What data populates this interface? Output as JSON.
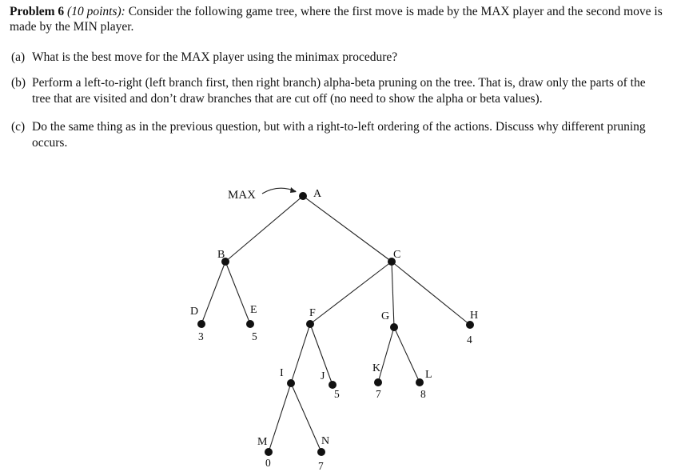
{
  "problem": {
    "heading": "Problem 6",
    "points": "(10 points):",
    "intro": "Consider the following game tree, where the first move is made by the MAX player and the second move is made by the MIN player."
  },
  "questions": [
    {
      "label": "(a)",
      "text": "What is the best move for the MAX player using the minimax procedure?"
    },
    {
      "label": "(b)",
      "text": "Perform a left-to-right (left branch first, then right branch) alpha-beta pruning on the tree. That is, draw only the parts of the tree that are visited and don’t draw branches that are cut off (no need to show the alpha or beta values)."
    },
    {
      "label": "(c)",
      "text": "Do the same thing as in the previous question, but with a right-to-left ordering of the actions. Discuss why different pruning occurs."
    }
  ],
  "tree": {
    "max_label": "MAX",
    "nodes": {
      "A": {
        "name": "A"
      },
      "B": {
        "name": "B"
      },
      "C": {
        "name": "C"
      },
      "D": {
        "name": "D",
        "value": "3"
      },
      "E": {
        "name": "E",
        "value": "5"
      },
      "F": {
        "name": "F"
      },
      "G": {
        "name": "G"
      },
      "H": {
        "name": "H",
        "value": "4"
      },
      "I": {
        "name": "I"
      },
      "J": {
        "name": "J",
        "value": "5"
      },
      "K": {
        "name": "K",
        "value": "7"
      },
      "L": {
        "name": "L",
        "value": "8"
      },
      "M": {
        "name": "M",
        "value": "0"
      },
      "N": {
        "name": "N",
        "value": "7"
      }
    }
  }
}
